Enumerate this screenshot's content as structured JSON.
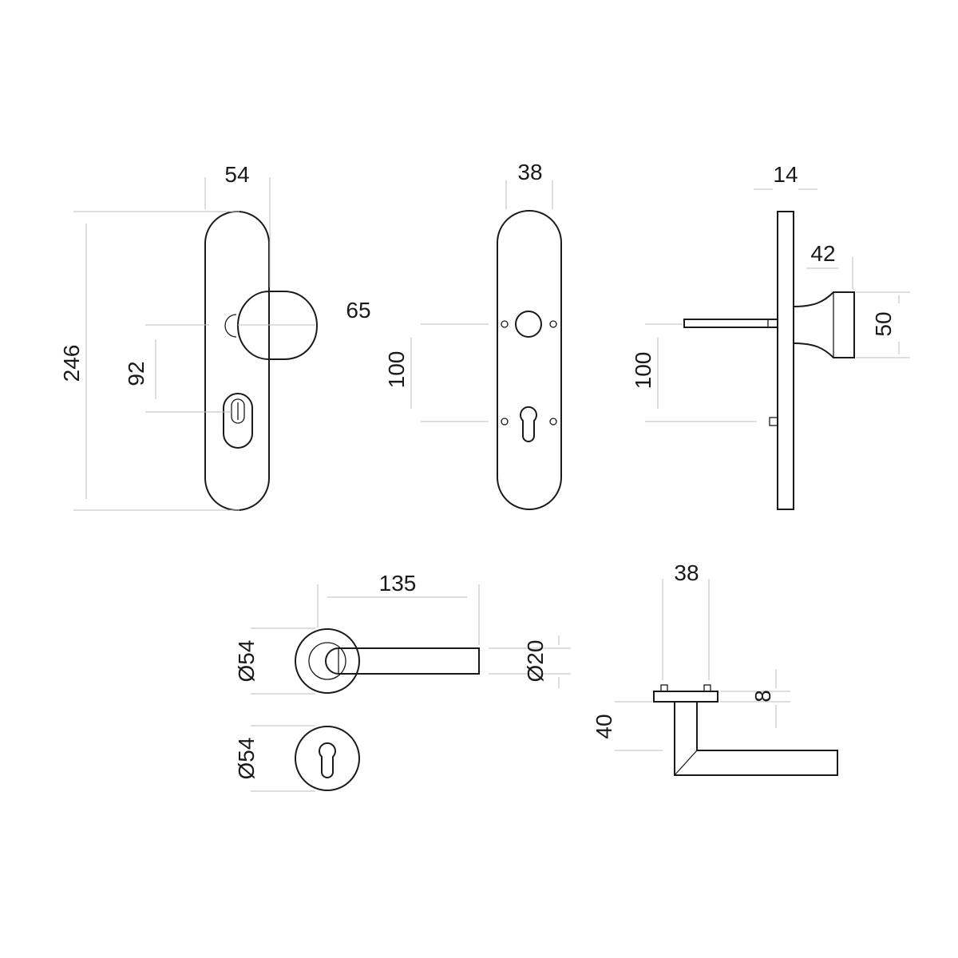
{
  "dimensions": {
    "plate_width": "54",
    "plate_height": "246",
    "knob_projection": "65",
    "knob_to_cylinder": "92",
    "back_plate_width": "38",
    "back_plate_spacing": "100",
    "side_plate_thickness": "14",
    "side_knob_depth": "42",
    "side_knob_diameter": "50",
    "side_spacing": "100",
    "lever_length": "135",
    "rose_diameter": "Ø54",
    "lever_bar_diameter": "Ø20",
    "escutcheon_diameter": "Ø54",
    "lever_side_rose_width": "38",
    "lever_side_rose_thickness": "8",
    "lever_side_height": "40"
  }
}
